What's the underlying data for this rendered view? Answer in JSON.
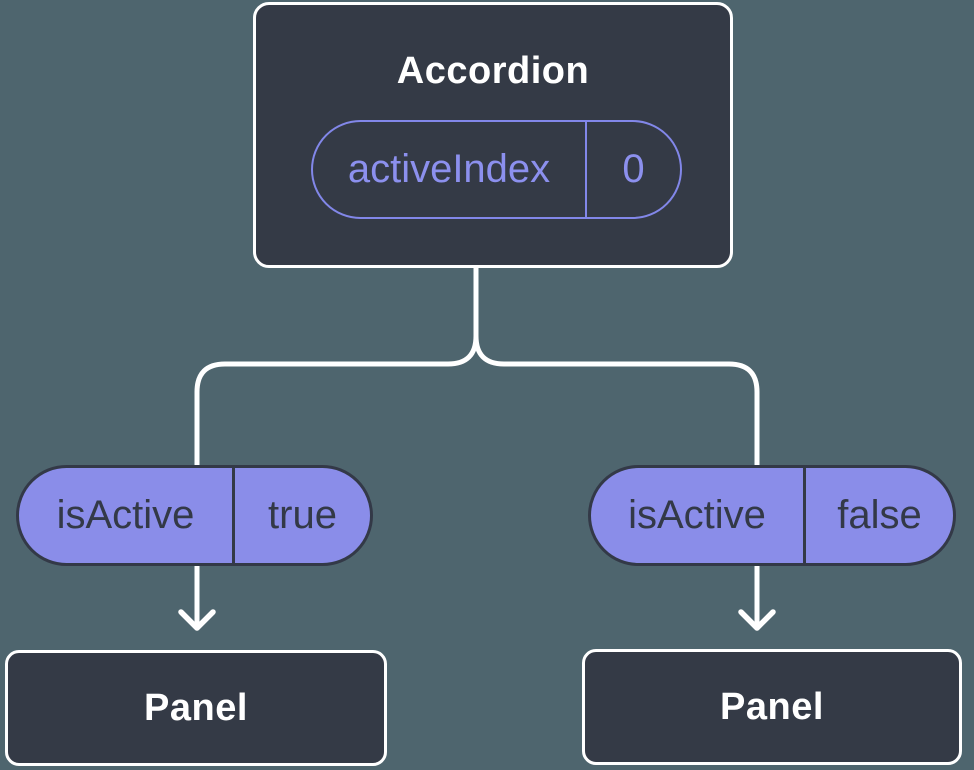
{
  "colors": {
    "background": "#4E656E",
    "node_fill": "#343A46",
    "node_border": "#FFFFFF",
    "title_text": "#FFFFFF",
    "connector": "#FFFFFF",
    "outline_purple": "#8287E9",
    "purple_text": "#8C90EE",
    "pill_fill": "#8A8DE9",
    "pill_border": "#333947",
    "pill_text": "#333947"
  },
  "tree": {
    "root": {
      "title": "Accordion",
      "prop": {
        "name": "activeIndex",
        "value": "0"
      }
    },
    "branches": [
      {
        "prop": {
          "name": "isActive",
          "value": "true"
        },
        "child": {
          "title": "Panel"
        }
      },
      {
        "prop": {
          "name": "isActive",
          "value": "false"
        },
        "child": {
          "title": "Panel"
        }
      }
    ]
  }
}
